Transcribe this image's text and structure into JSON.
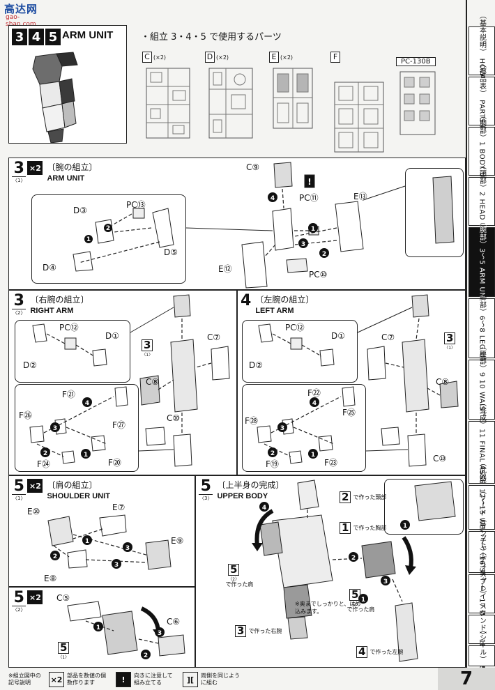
{
  "watermark": {
    "logo": "高达网",
    "url": "gao-shan.com"
  },
  "page_number": "7",
  "index_tabs": [
    {
      "label": "（基本説明） HOW TO"
    },
    {
      "label": "（部品表） PARTS LIST"
    },
    {
      "label": "（胴部）1 BODY UNIT"
    },
    {
      "label": "（頭部）2 HEAD UNIT"
    },
    {
      "label": "（腕部）3〜5 ARM UNIT"
    },
    {
      "label": "（脚部）6〜8 LEG UNIT"
    },
    {
      "label": "（腰部）9 10 WAIST UNIT"
    },
    {
      "label": "（完成）11 FINAL ASSEMBLE"
    },
    {
      "label": "（武器）12〜15 WEAPONS"
    },
    {
      "label": "（ソード ユニット）16 SWORD UNIT"
    },
    {
      "label": "（ランチャー ユニット）17 LAUNCHER UNIT"
    },
    {
      "label": "（ディスプレイ スタンド）18 DISPLAY STAND"
    },
    {
      "label": "（シール） SEAL"
    }
  ],
  "header": {
    "step_nums": [
      "3",
      "4",
      "5"
    ],
    "title": "ARM UNIT"
  },
  "parts_used": {
    "title": "・組立 3・4・5 で使用するパーツ",
    "runners": [
      {
        "letter": "C",
        "qty": "(×2)"
      },
      {
        "letter": "D",
        "qty": "(×2)"
      },
      {
        "letter": "E",
        "qty": "(×2)"
      },
      {
        "letter": "F",
        "qty": ""
      }
    ],
    "pc": "PC-130B"
  },
  "sec_arm": {
    "num": "3",
    "sub": "〈1〉",
    "mult": "×2",
    "title_jp": "〔腕の組立〕",
    "title_en": "ARM UNIT",
    "labels": [
      "PC⑬",
      "D③",
      "D⑤",
      "D④",
      "C⑨",
      "PC⑪",
      "E⑬",
      "E⑫",
      "PC⑩"
    ]
  },
  "sec_right": {
    "num": "3",
    "sub": "〈2〉",
    "title_jp": "〔右腕の組立〕",
    "title_en": "RIGHT ARM",
    "labels": [
      "PC⑫",
      "D①",
      "D②",
      "C⑦",
      "C⑧",
      "C⑩",
      "F㉑",
      "F㉖",
      "F㉗",
      "F⑳",
      "F㉔"
    ],
    "ref": {
      "num": "3",
      "sub": "〈1〉"
    }
  },
  "sec_left": {
    "num": "4",
    "title_jp": "〔左腕の組立〕",
    "title_en": "LEFT ARM",
    "labels": [
      "PC⑫",
      "D①",
      "D②",
      "C⑦",
      "C⑧",
      "C⑩",
      "F㉒",
      "F㉘",
      "F㉕",
      "F⑲",
      "F㉓"
    ],
    "ref": {
      "num": "3",
      "sub": "〈1〉"
    }
  },
  "sec_shoulder": {
    "num": "5",
    "sub": "〈1〉",
    "mult": "×2",
    "title_jp": "〔肩の組立〕",
    "title_en": "SHOULDER UNIT",
    "labels": [
      "E⑩",
      "E⑦",
      "E⑨",
      "E⑧"
    ]
  },
  "sec_shoulder2": {
    "num": "5",
    "sub": "〈2〉",
    "mult": "×2",
    "labels": [
      "C⑤",
      "C⑥"
    ],
    "ref": {
      "num": "5",
      "sub": "〈1〉"
    }
  },
  "sec_upper": {
    "num": "5",
    "sub": "〈3〉",
    "title_jp": "〔上半身の完成〕",
    "title_en": "UPPER BODY",
    "refs": [
      {
        "num": "2",
        "text": "で作った頭部"
      },
      {
        "num": "1",
        "text": "で作った胸部"
      },
      {
        "num": "5",
        "sub": "〈2〉",
        "text": "で作った肩"
      },
      {
        "num": "5",
        "sub": "〈2〉",
        "text": "で作った肩"
      },
      {
        "num": "3",
        "text": "で作った右腕"
      },
      {
        "num": "4",
        "text": "で作った左腕"
      }
    ],
    "note": "※奥までしっかりと、はめ込みます。"
  },
  "legend": {
    "head": "※組立図中の記号説明",
    "items": [
      {
        "box": "×2",
        "text": "部品を数値の個数作ります"
      },
      {
        "box": "!",
        "text": "向きに注意して組み立てる"
      },
      {
        "box": "][",
        "text": "両側を同じように組む"
      }
    ]
  },
  "colors": {
    "ink": "#111111",
    "paper": "#f4f4f2",
    "tab_active": "#111111",
    "part_gray": "#9a9a9a"
  }
}
